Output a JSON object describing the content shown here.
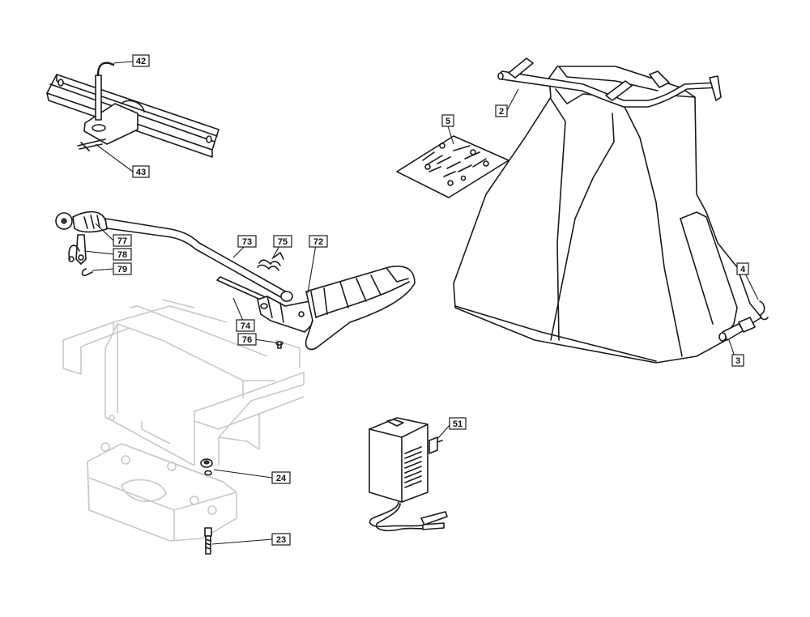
{
  "callouts": {
    "c42": "42",
    "c43": "43",
    "c77": "77",
    "c78": "78",
    "c79": "79",
    "c73": "73",
    "c75": "75",
    "c72": "72",
    "c74": "74",
    "c76": "76",
    "c24": "24",
    "c23": "23",
    "c51": "51",
    "c5": "5",
    "c2": "2",
    "c3": "3",
    "c4": "4"
  }
}
